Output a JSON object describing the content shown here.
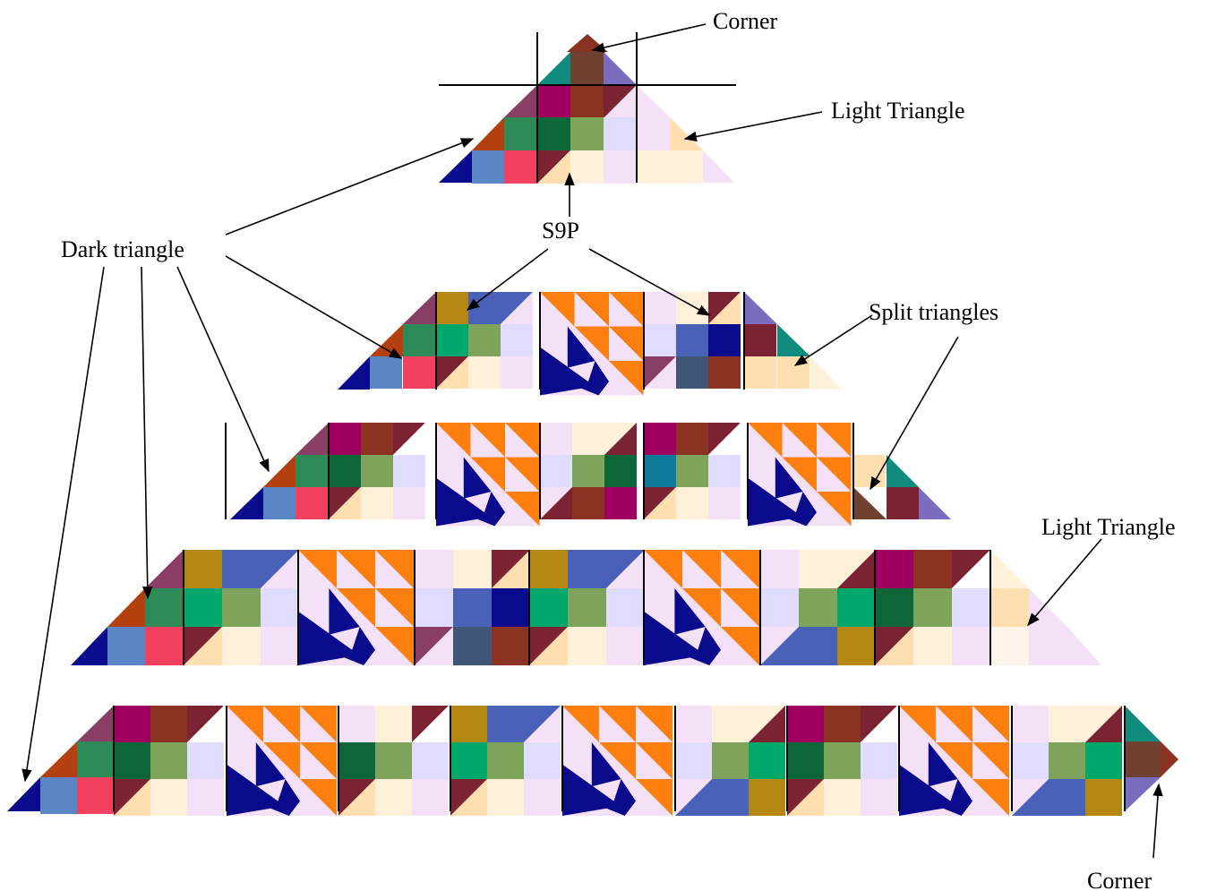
{
  "labels": {
    "corner_top": "Corner",
    "light_triangle_top": "Light Triangle",
    "dark_triangle": "Dark triangle",
    "s9p": "S9P",
    "split_triangles": "Split triangles",
    "light_triangle_mid": "Light Triangle",
    "corner_bottom": "Corner"
  },
  "colors": {
    "navy": "#0a0a8c",
    "blue": "#5b86c6",
    "pink": "#f2405f",
    "green": "#2e8b57",
    "dark_green": "#0d6637",
    "olive": "#7ea35a",
    "emerald": "#00a86b",
    "lavender": "#e0dcff",
    "magenta": "#a0005e",
    "rust": "#8b3322",
    "maroon": "#7b2233",
    "orange": "#ff7f0e",
    "peach": "#ffdfb0",
    "cream": "#fff1d9",
    "pale_pink": "#f4e1f7",
    "teal": "#108c7e",
    "purple": "#7b6cc0",
    "brown": "#704030",
    "mustard": "#b48612",
    "steel": "#3f5677",
    "royal": "#4a61b8",
    "burnt": "#b5400f",
    "wine": "#8a3e66"
  }
}
